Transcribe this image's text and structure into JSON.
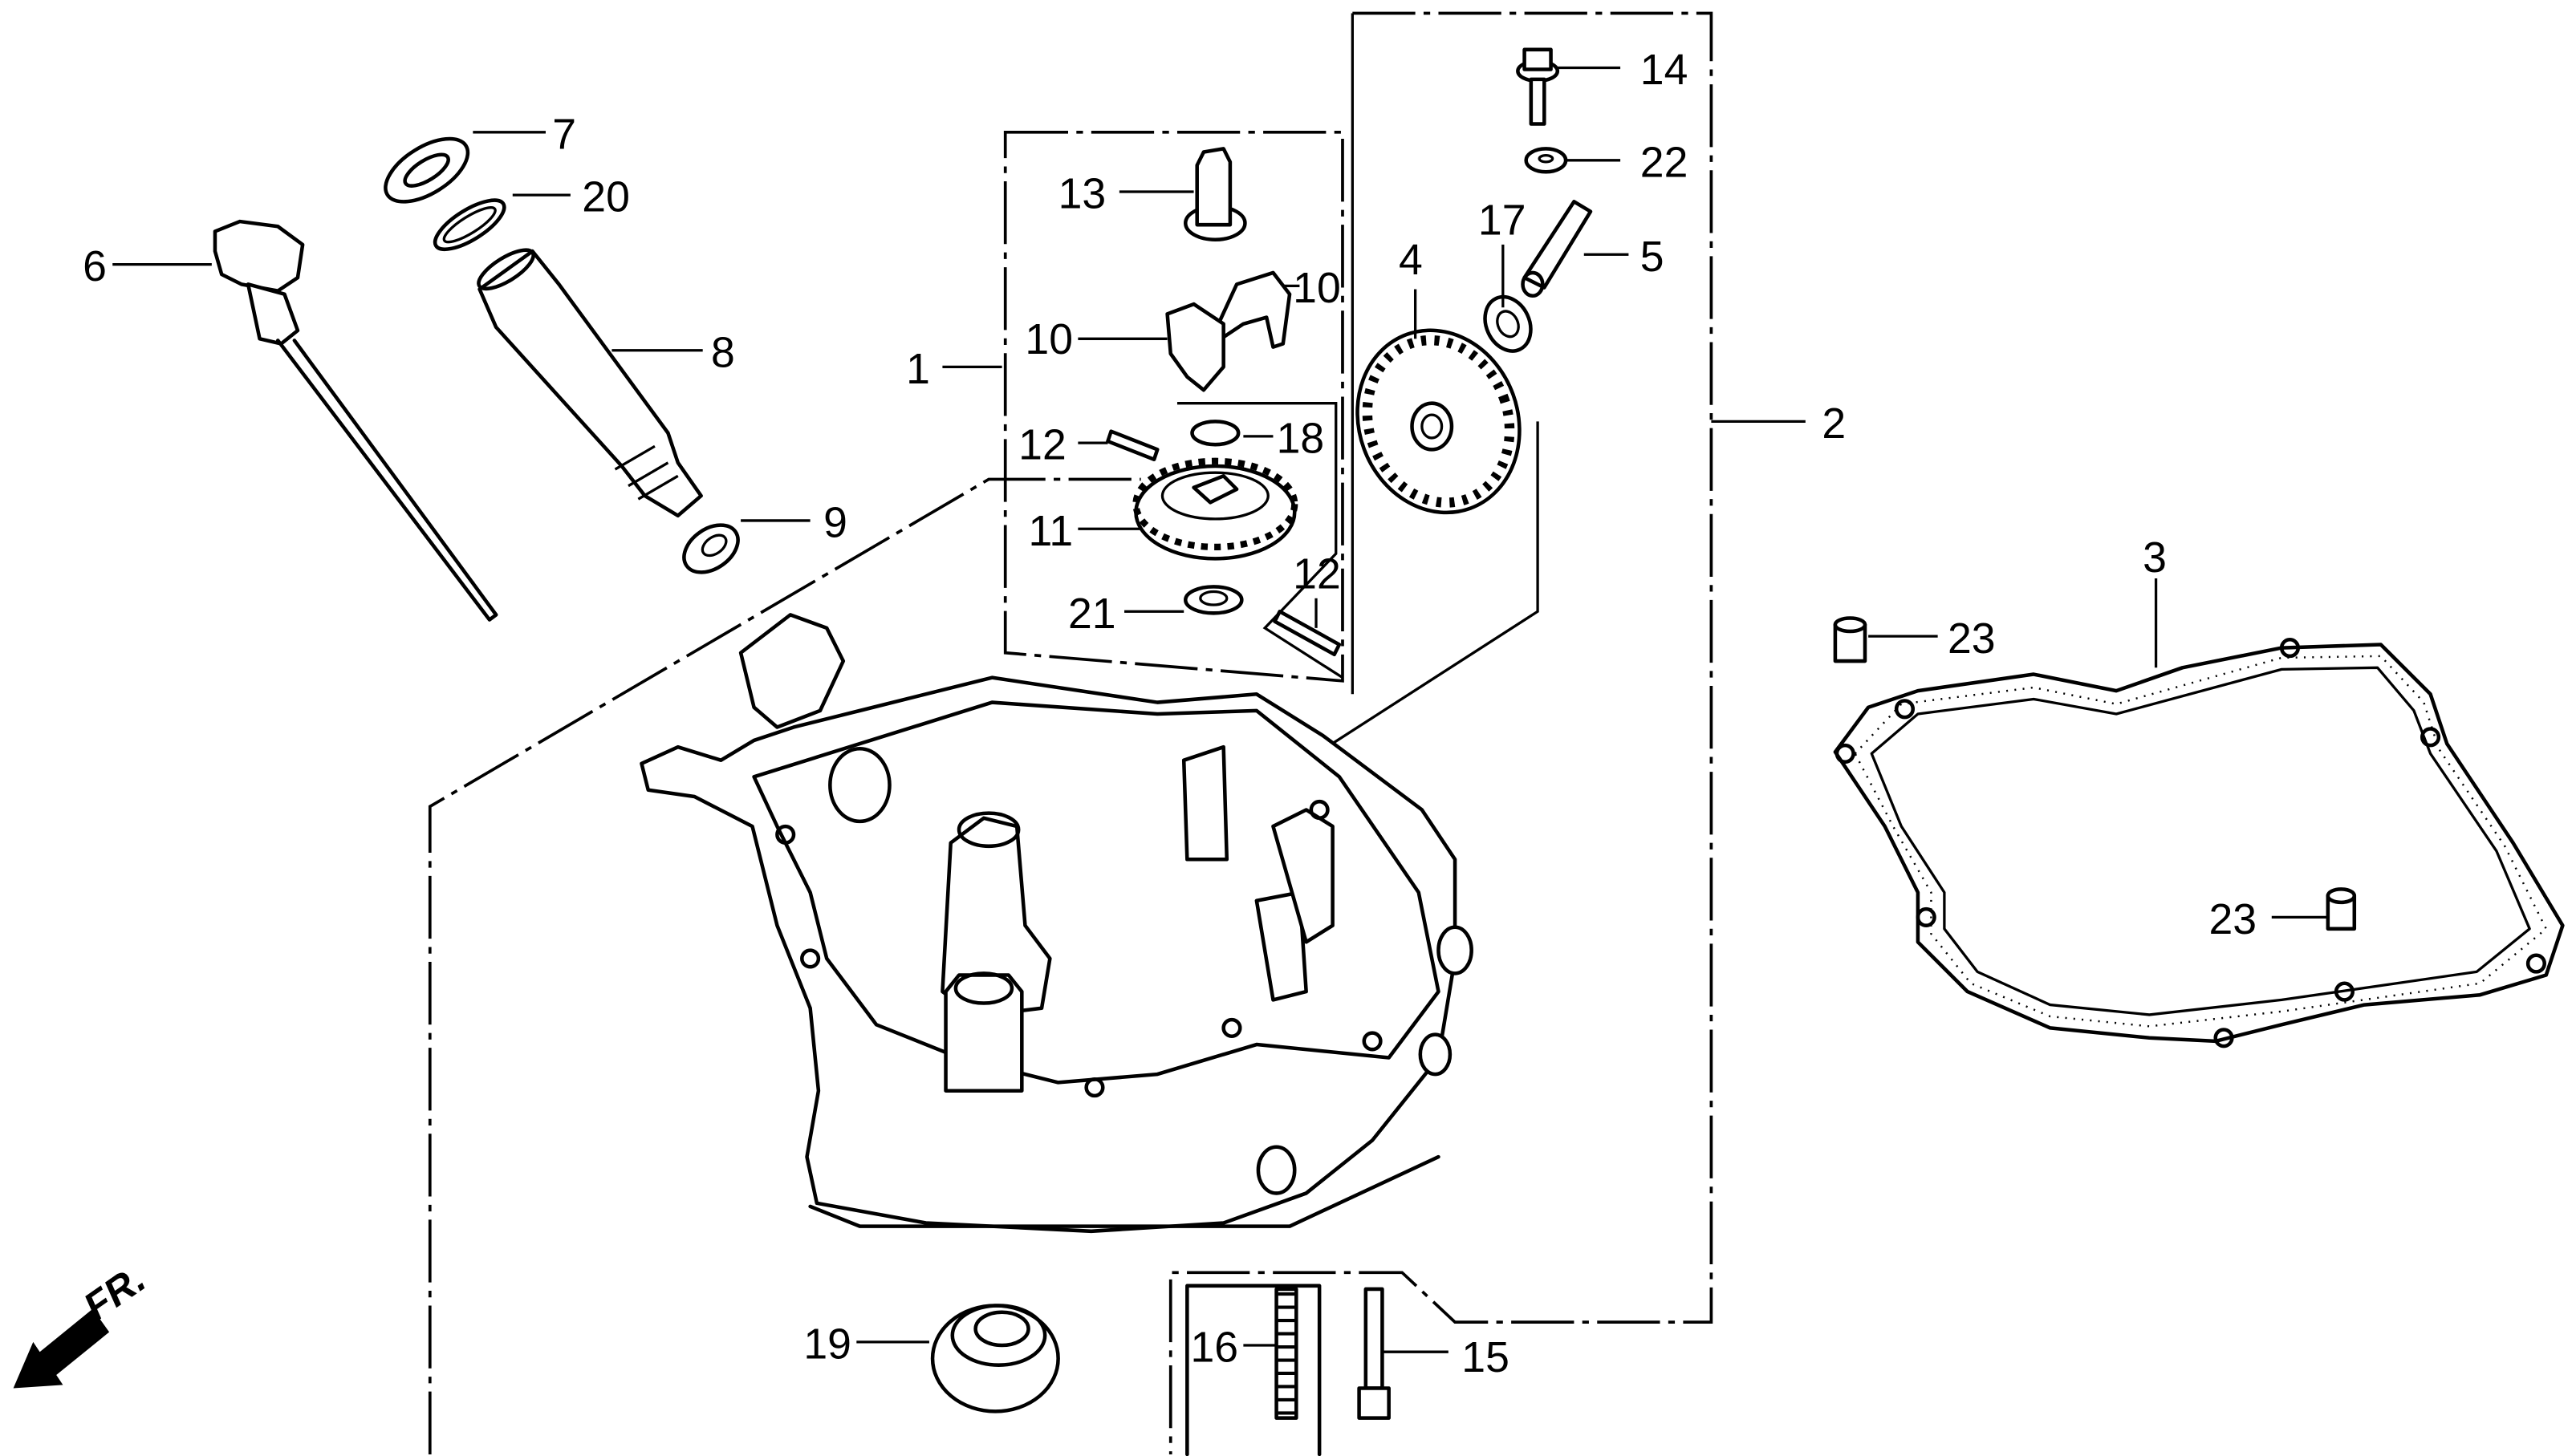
{
  "diagram": {
    "type": "exploded-parts-diagram",
    "subject": "Crankcase cover / oil pan assembly",
    "direction_indicator": "FR.",
    "callouts": [
      {
        "id": "c1",
        "number": "1"
      },
      {
        "id": "c2",
        "number": "2"
      },
      {
        "id": "c3",
        "number": "3"
      },
      {
        "id": "c4",
        "number": "4"
      },
      {
        "id": "c5",
        "number": "5"
      },
      {
        "id": "c6",
        "number": "6"
      },
      {
        "id": "c7",
        "number": "7"
      },
      {
        "id": "c8",
        "number": "8"
      },
      {
        "id": "c9",
        "number": "9"
      },
      {
        "id": "c10a",
        "number": "10"
      },
      {
        "id": "c10b",
        "number": "10"
      },
      {
        "id": "c11",
        "number": "11"
      },
      {
        "id": "c12a",
        "number": "12"
      },
      {
        "id": "c12b",
        "number": "12"
      },
      {
        "id": "c13",
        "number": "13"
      },
      {
        "id": "c14",
        "number": "14"
      },
      {
        "id": "c15",
        "number": "15"
      },
      {
        "id": "c16",
        "number": "16"
      },
      {
        "id": "c17",
        "number": "17"
      },
      {
        "id": "c18",
        "number": "18"
      },
      {
        "id": "c19",
        "number": "19"
      },
      {
        "id": "c20",
        "number": "20"
      },
      {
        "id": "c21",
        "number": "21"
      },
      {
        "id": "c22",
        "number": "22"
      },
      {
        "id": "c23a",
        "number": "23"
      },
      {
        "id": "c23b",
        "number": "23"
      }
    ],
    "parts": [
      {
        "ref": "1",
        "depicts": "governor assembly (boxed group)"
      },
      {
        "ref": "2",
        "depicts": "crankcase cover assembly (boxed group)"
      },
      {
        "ref": "3",
        "depicts": "case cover gasket"
      },
      {
        "ref": "4",
        "depicts": "cam gear"
      },
      {
        "ref": "5",
        "depicts": "shaft"
      },
      {
        "ref": "6",
        "depicts": "oil dipstick / filler cap"
      },
      {
        "ref": "7",
        "depicts": "seal"
      },
      {
        "ref": "8",
        "depicts": "oil filler pipe"
      },
      {
        "ref": "9",
        "depicts": "clip"
      },
      {
        "ref": "10",
        "depicts": "governor holder (x2)"
      },
      {
        "ref": "11",
        "depicts": "governor gear"
      },
      {
        "ref": "12",
        "depicts": "pin (x2)"
      },
      {
        "ref": "13",
        "depicts": "governor slider"
      },
      {
        "ref": "14",
        "depicts": "flange bolt"
      },
      {
        "ref": "15",
        "depicts": "flange bolt"
      },
      {
        "ref": "16",
        "depicts": "stud bolt"
      },
      {
        "ref": "17",
        "depicts": "washer"
      },
      {
        "ref": "18",
        "depicts": "circlip"
      },
      {
        "ref": "19",
        "depicts": "oil seal"
      },
      {
        "ref": "20",
        "depicts": "O-ring"
      },
      {
        "ref": "21",
        "depicts": "washer"
      },
      {
        "ref": "22",
        "depicts": "washer"
      },
      {
        "ref": "23",
        "depicts": "dowel pin (x2)"
      }
    ]
  }
}
